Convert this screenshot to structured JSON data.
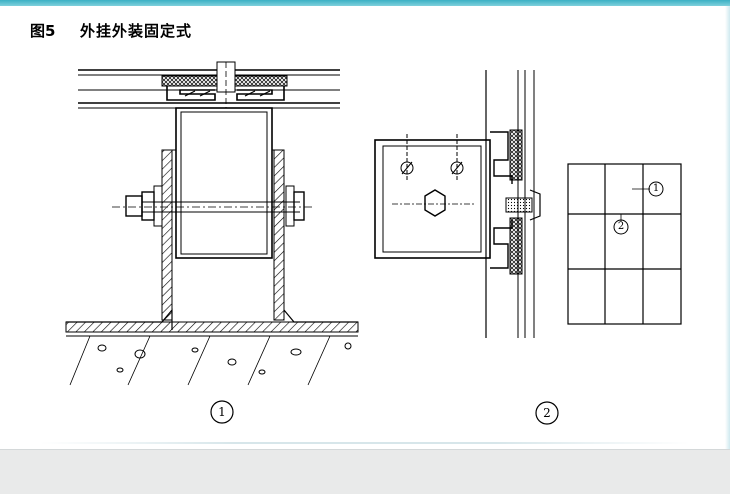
{
  "slide": {
    "figure_label": "图5",
    "figure_title": "外挂外装固定式"
  },
  "drawing": {
    "panel_1_label": "1",
    "panel_2_label": "2",
    "grid_mark_1": "1",
    "grid_mark_2": "2"
  }
}
